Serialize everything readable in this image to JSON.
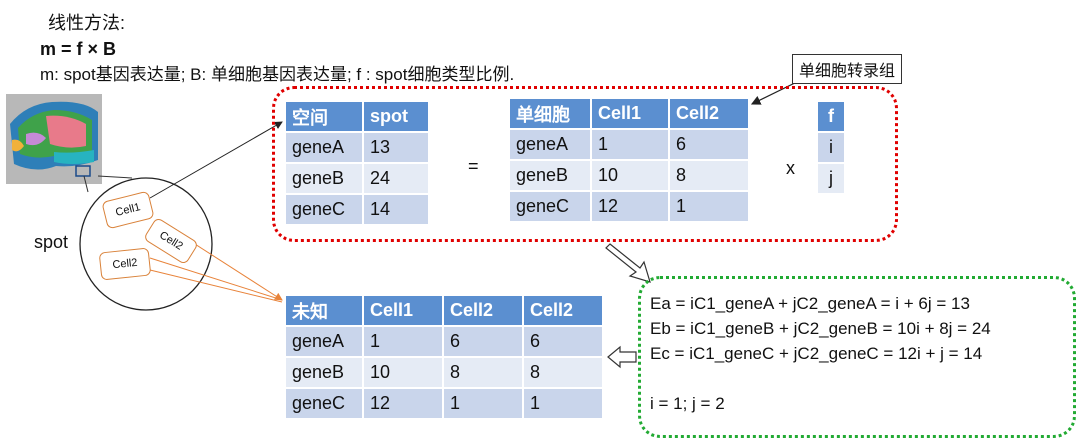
{
  "header": {
    "line1": "线性方法:",
    "line2": "m = f × B",
    "line3": "m: spot基因表达量; B: 单细胞基因表达量; f : spot细胞类型比例."
  },
  "spot_label": "spot",
  "cell_labels": [
    "Cell1",
    "Cell2",
    "Cell2"
  ],
  "callout_label": "单细胞转录组",
  "operators": {
    "equals": "=",
    "times": "x"
  },
  "table_spatial": {
    "headers": [
      "空间",
      "spot"
    ],
    "rows": [
      [
        "geneA",
        "13"
      ],
      [
        "geneB",
        "24"
      ],
      [
        "geneC",
        "14"
      ]
    ]
  },
  "table_singlecell": {
    "headers": [
      "单细胞",
      "Cell1",
      "Cell2"
    ],
    "rows": [
      [
        "geneA",
        "1",
        "6"
      ],
      [
        "geneB",
        "10",
        "8"
      ],
      [
        "geneC",
        "12",
        "1"
      ]
    ]
  },
  "table_f": {
    "headers": [
      "f"
    ],
    "rows": [
      [
        "i"
      ],
      [
        "j"
      ]
    ]
  },
  "table_unknown": {
    "headers": [
      "未知",
      "Cell1",
      "Cell2",
      "Cell2"
    ],
    "rows": [
      [
        "geneA",
        "1",
        "6",
        "6"
      ],
      [
        "geneB",
        "10",
        "8",
        "8"
      ],
      [
        "geneC",
        "12",
        "1",
        "1"
      ]
    ]
  },
  "equations": {
    "ea": "Ea = iC1_geneA + jC2_geneA = i + 6j = 13",
    "eb": "Eb = iC1_geneB + jC2_geneB = 10i + 8j = 24",
    "ec": "Ec = iC1_geneC + jC2_geneC = 12i + j = 14",
    "solution": "i = 1; j = 2"
  },
  "colors": {
    "header_blue": "#5b8fd0",
    "row_dark": "#c9d5eb",
    "row_light": "#e5ebf5",
    "red_dashed": "#e00000",
    "green_dashed": "#22aa33",
    "orange_arrow": "#e8833a"
  }
}
